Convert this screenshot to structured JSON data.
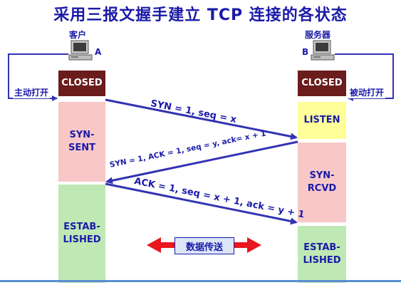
{
  "title": "采用三报文握手建立 TCP 连接的各状态",
  "client": {
    "label": "客户",
    "id": "A",
    "active_open": "主动打开"
  },
  "server": {
    "label": "服务器",
    "id": "B",
    "passive_open": "被动打开"
  },
  "client_states": {
    "closed": "CLOSED",
    "syn_sent": "SYN-\nSENT",
    "established": "ESTAB-\nLISHED"
  },
  "server_states": {
    "closed": "CLOSED",
    "listen": "LISTEN",
    "syn_rcvd": "SYN-\nRCVD",
    "established": "ESTAB-\nLISHED"
  },
  "messages": {
    "syn": "SYN = 1, seq = x",
    "syn_ack": "SYN = 1, ACK = 1, seq = y, ack= x + 1",
    "ack": "ACK = 1, seq = x + 1, ack = y + 1"
  },
  "data_transfer": "数据传送",
  "colors": {
    "text": "#1a1aa8",
    "closed": "#6b1c1c",
    "pink": "#f8c8c8",
    "green": "#bfe8b5",
    "yellow": "#ffff99",
    "arrow_red": "#e8171e"
  }
}
